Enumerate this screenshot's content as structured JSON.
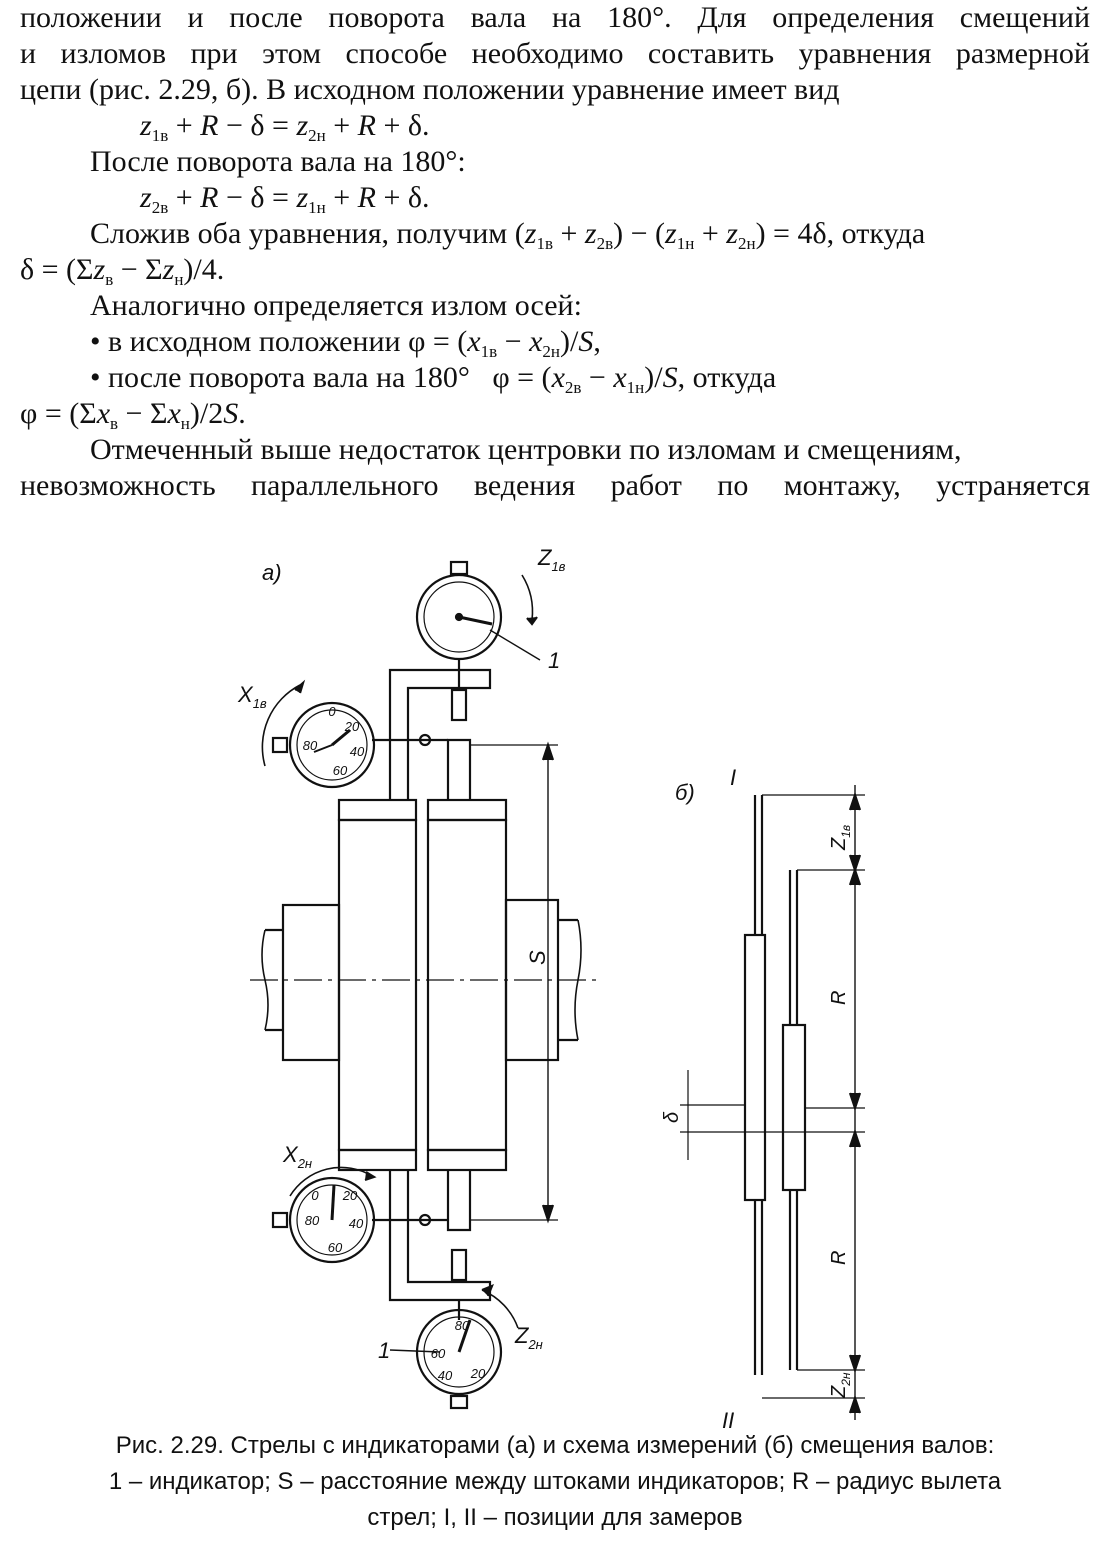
{
  "body": {
    "l1": "положении и после поворота вала на 180°. Для определения смещений",
    "l2": "и изломов при этом способе необходимо составить уравнения размерной",
    "l3": "цепи (рис. 2.29, б). В исходном положении уравнение имеет вид",
    "l5": "После поворота вала на 180°:",
    "l7a": "Сложив оба уравнения, получим",
    "l7b": ", откуда",
    "l9": "Аналогично определяется излом осей:",
    "l10": "• в исходном положении",
    "l11a": "• после поворота вала на 180°",
    "l11b": ", откуда",
    "l13": "Отмеченный выше недостаток центровки по изломам и смещениям,",
    "l14": "невозможность параллельного ведения работ по монтажу, устраняется"
  },
  "figure": {
    "label_a": "а)",
    "label_b": "б)",
    "z1v": "Z",
    "z1v_sub": "1в",
    "x1v": "X",
    "x1v_sub": "1в",
    "x2n": "X",
    "x2n_sub": "2н",
    "z2n": "Z",
    "z2n_sub": "2н",
    "one": "1",
    "s": "S",
    "pos1": "I",
    "pos2": "II",
    "r": "R",
    "delta": "δ",
    "dial1": [
      "0",
      "20",
      "80",
      "40",
      "60"
    ],
    "dial2": [
      "0",
      "20",
      "80",
      "40",
      "60"
    ],
    "dial3": [
      "80",
      "60",
      "40",
      "20"
    ]
  },
  "caption": {
    "line1": "Рис. 2.29. Стрелы с индикаторами (а) и схема измерений (б) смещения валов:",
    "line2": "1 – индикатор; S – расстояние между штоками индикаторов; R – радиус вылета",
    "line3": "стрел; I, II – позиции для замеров"
  }
}
